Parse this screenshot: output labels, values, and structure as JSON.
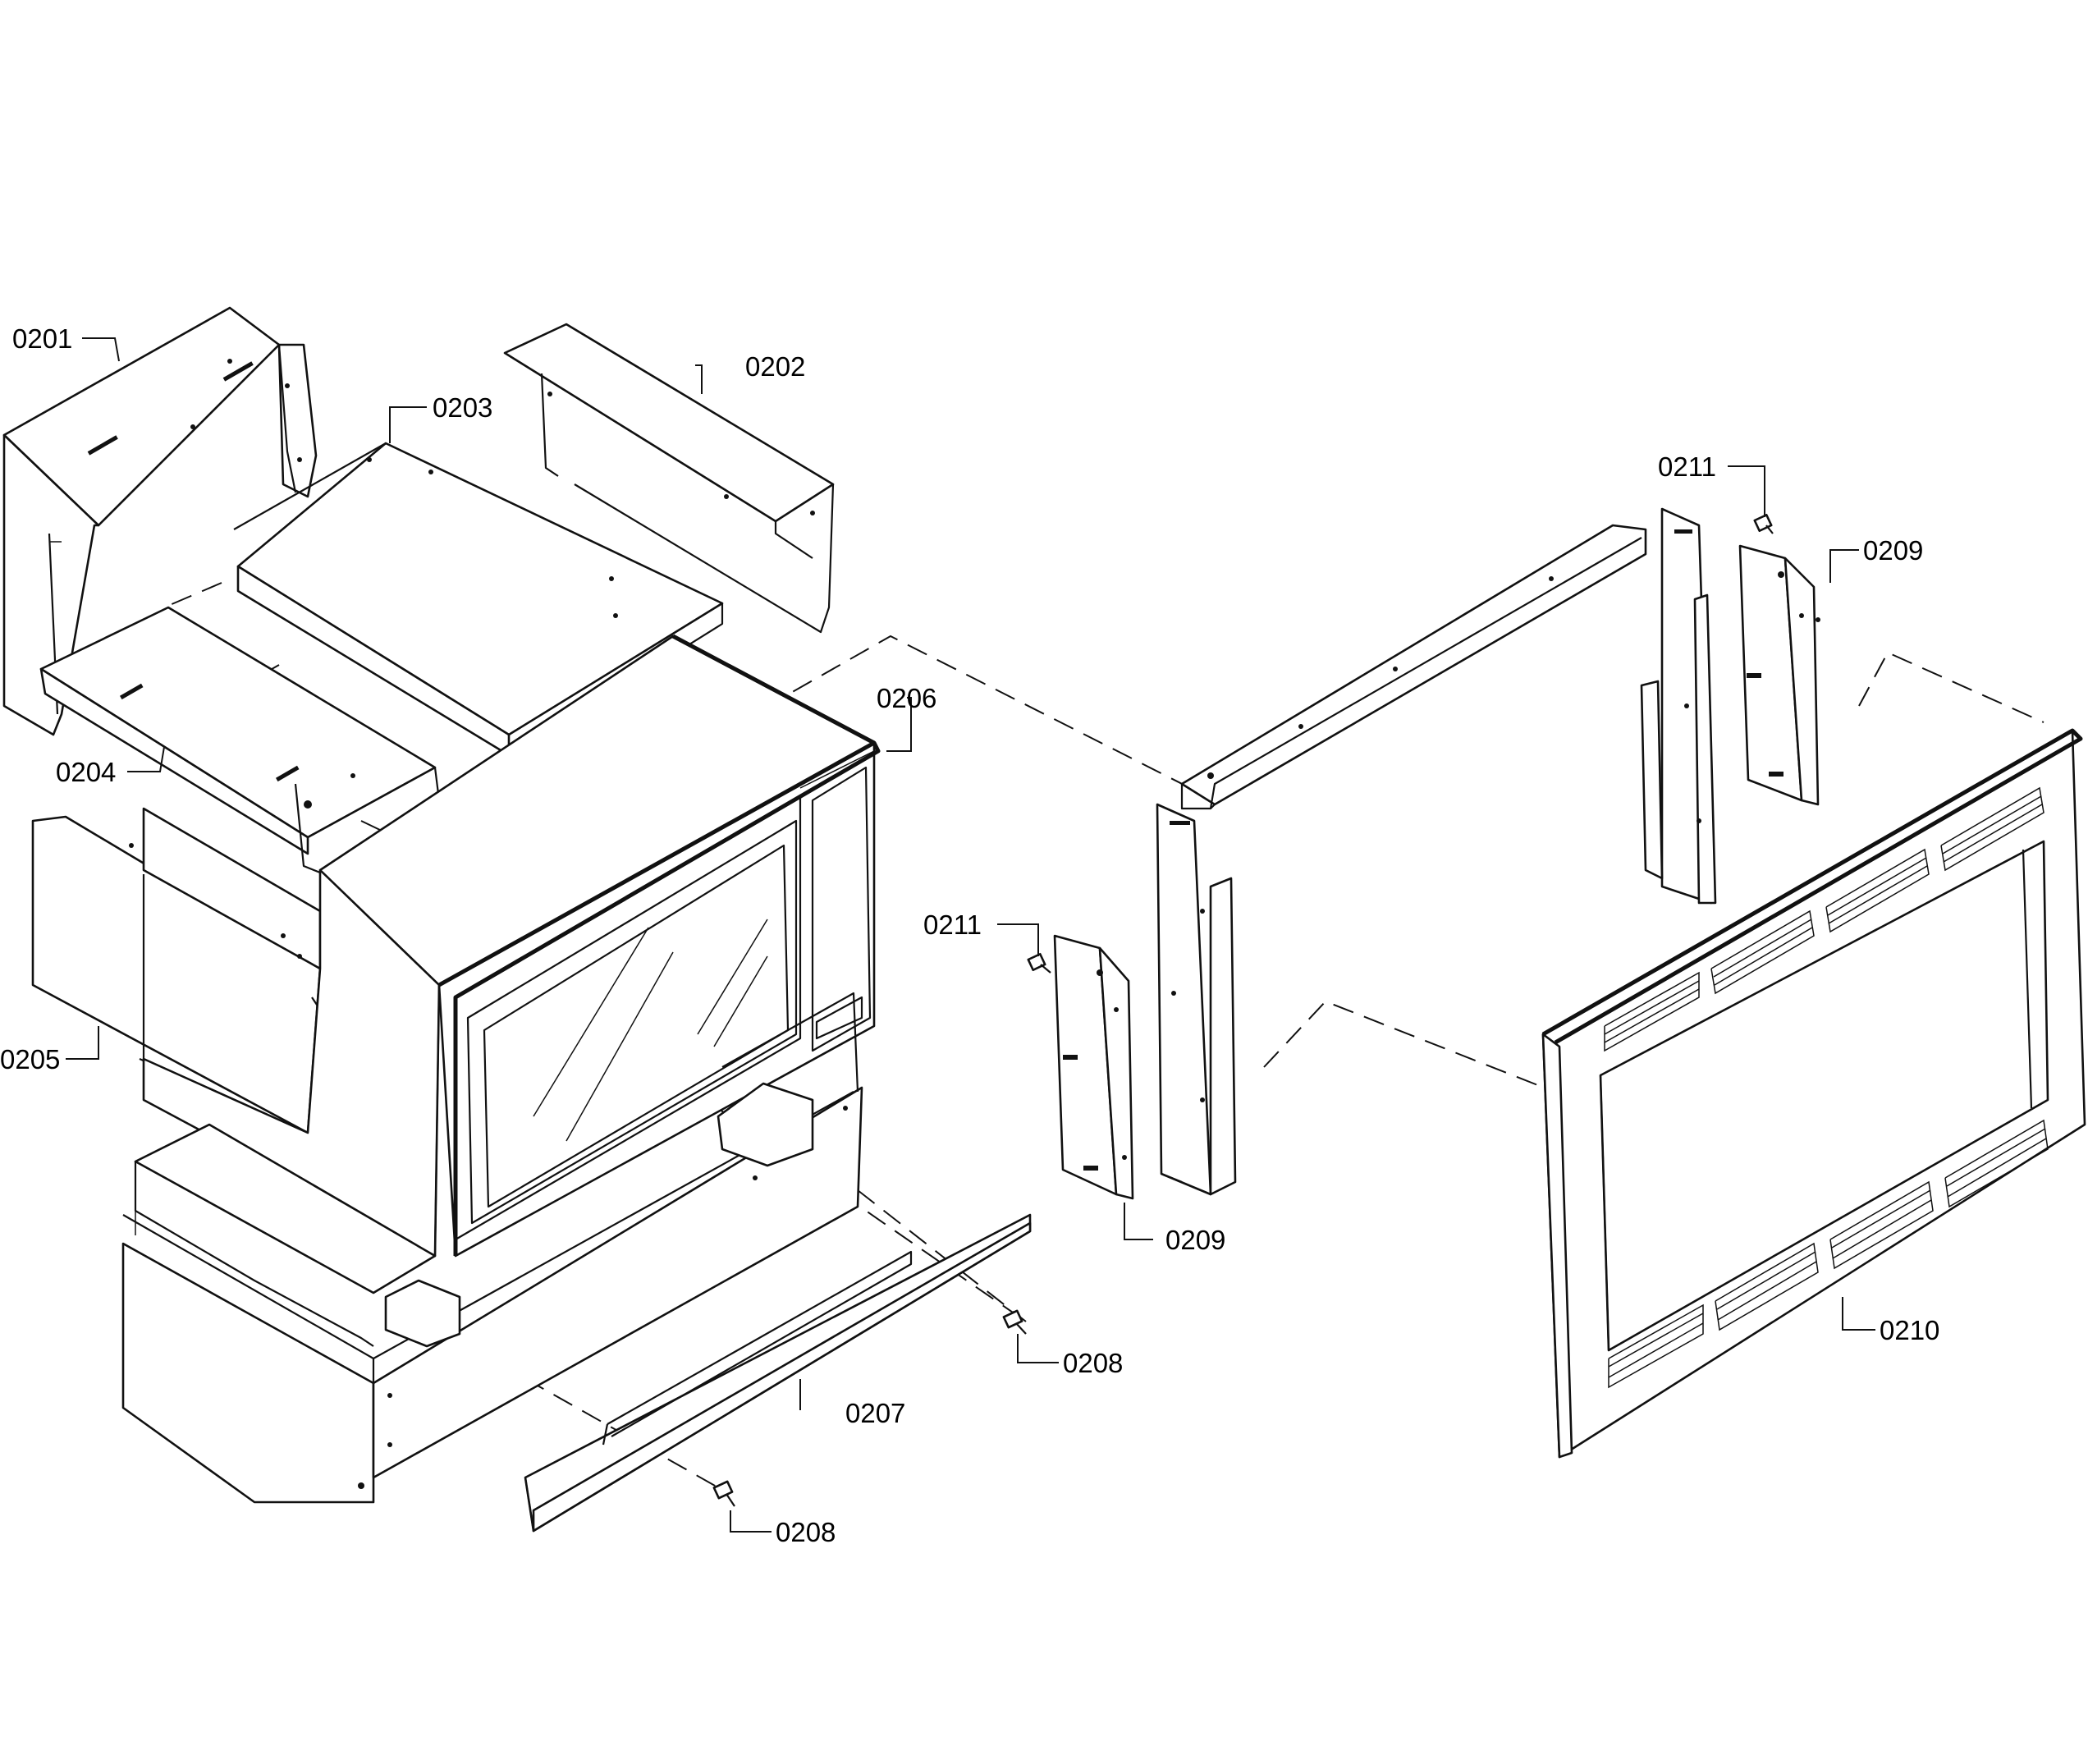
{
  "callouts": {
    "c0201": "0201",
    "c0202": "0202",
    "c0203": "0203",
    "c0204": "0204",
    "c0205": "0205",
    "c0206": "0206",
    "c0207": "0207",
    "c0208a": "0208",
    "c0208b": "0208",
    "c0209a": "0209",
    "c0209b": "0209",
    "c0210": "0210",
    "c0211a": "0211",
    "c0211b": "0211"
  },
  "colors": {
    "line": "#111111",
    "background": "#ffffff"
  }
}
